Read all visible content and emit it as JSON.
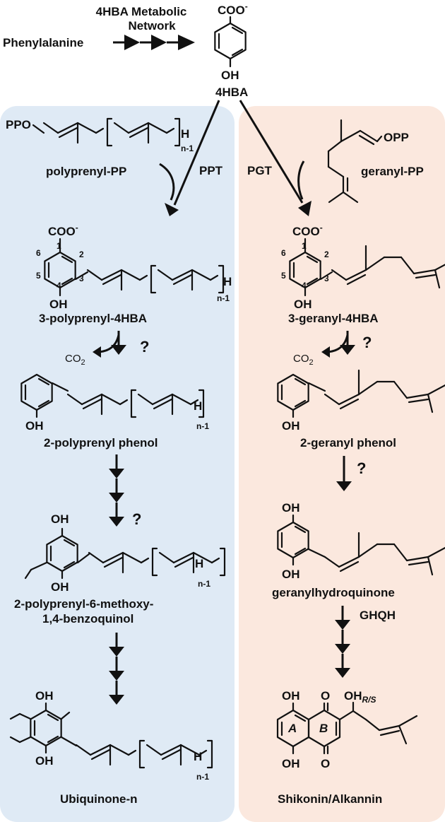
{
  "colors": {
    "left_panel": "#dfeaf5",
    "right_panel": "#fbe8de",
    "ink": "#111111"
  },
  "top": {
    "network_line1": "4HBA Metabolic",
    "network_line2": "Network",
    "start": "Phenylalanine",
    "center_label": "4HBA",
    "coo": "COO",
    "coo_sup": "-",
    "oh": "OH"
  },
  "left": {
    "substrate_group": "PPO",
    "substrate": "polyprenyl-PP",
    "enzyme": "PPT",
    "h": "H",
    "n1": "n-1",
    "steps": [
      {
        "label": "3-polyprenyl-4HBA"
      },
      {
        "label": "2-polyprenyl phenol"
      },
      {
        "label_line1": "2-polyprenyl-6-methoxy-",
        "label_line2": "1,4-benzoquinol"
      },
      {
        "label": "Ubiquinone-n"
      }
    ],
    "co2": "CO",
    "co2_sub": "2",
    "question": "?"
  },
  "right": {
    "substrate_group": "OPP",
    "substrate": "geranyl-PP",
    "enzyme": "PGT",
    "enzyme2": "GHQH",
    "steps": [
      {
        "label": "3-geranyl-4HBA"
      },
      {
        "label": "2-geranyl phenol"
      },
      {
        "label": "geranylhydroquinone"
      },
      {
        "label": "Shikonin/Alkannin"
      }
    ],
    "co2": "CO",
    "co2_sub": "2",
    "question": "?",
    "o": "O",
    "oh_rs": "OH",
    "rs": "R/S",
    "ring_a": "A",
    "ring_b": "B"
  },
  "ring_numbers": [
    "1",
    "2",
    "3",
    "4",
    "5",
    "6"
  ]
}
